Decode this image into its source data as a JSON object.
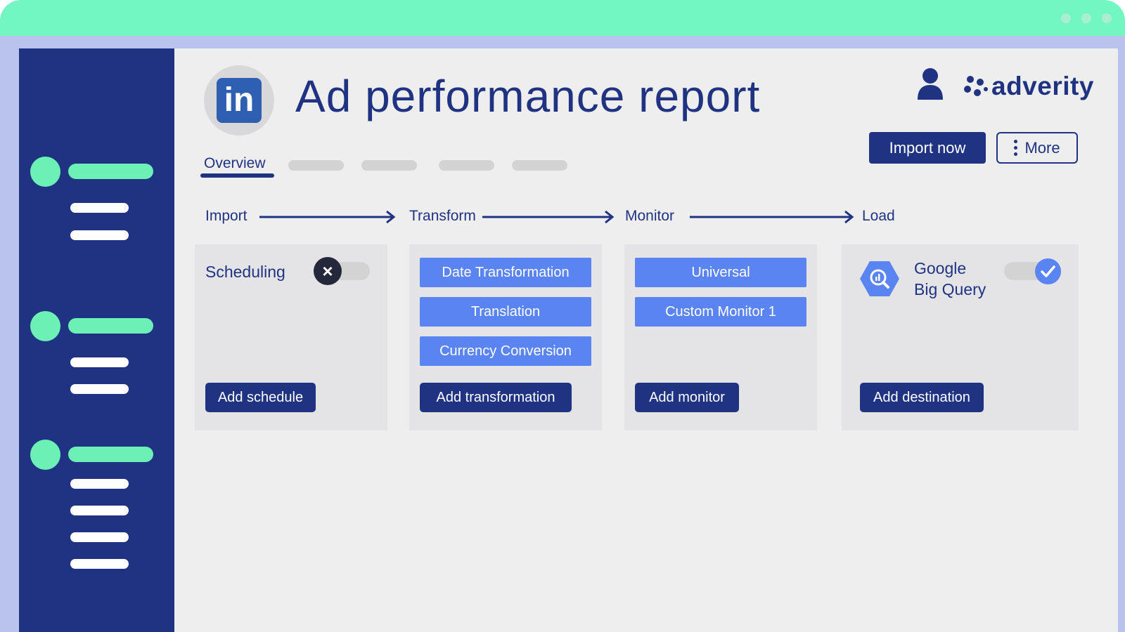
{
  "header": {
    "title": "Ad performance report",
    "source_logo_text": "in",
    "brand": "adverity"
  },
  "actions": {
    "import_now": "Import now",
    "more": "More"
  },
  "tabs": {
    "active": "Overview"
  },
  "pipeline": {
    "stages": [
      "Import",
      "Transform",
      "Monitor",
      "Load"
    ],
    "import": {
      "scheduling_label": "Scheduling",
      "scheduling_enabled": false,
      "add_button": "Add schedule"
    },
    "transform": {
      "items": [
        "Date Transformation",
        "Translation",
        "Currency Conversion"
      ],
      "add_button": "Add transformation"
    },
    "monitor": {
      "items": [
        "Universal",
        "Custom Monitor 1"
      ],
      "add_button": "Add monitor"
    },
    "load": {
      "destination_line1": "Google",
      "destination_line2": "Big Query",
      "destination_enabled": true,
      "add_button": "Add destination"
    }
  },
  "colors": {
    "navy": "#1f3382",
    "mint": "#72f7c3",
    "chip_blue": "#5a84f2",
    "linkedin_blue": "#2f5fb0"
  }
}
